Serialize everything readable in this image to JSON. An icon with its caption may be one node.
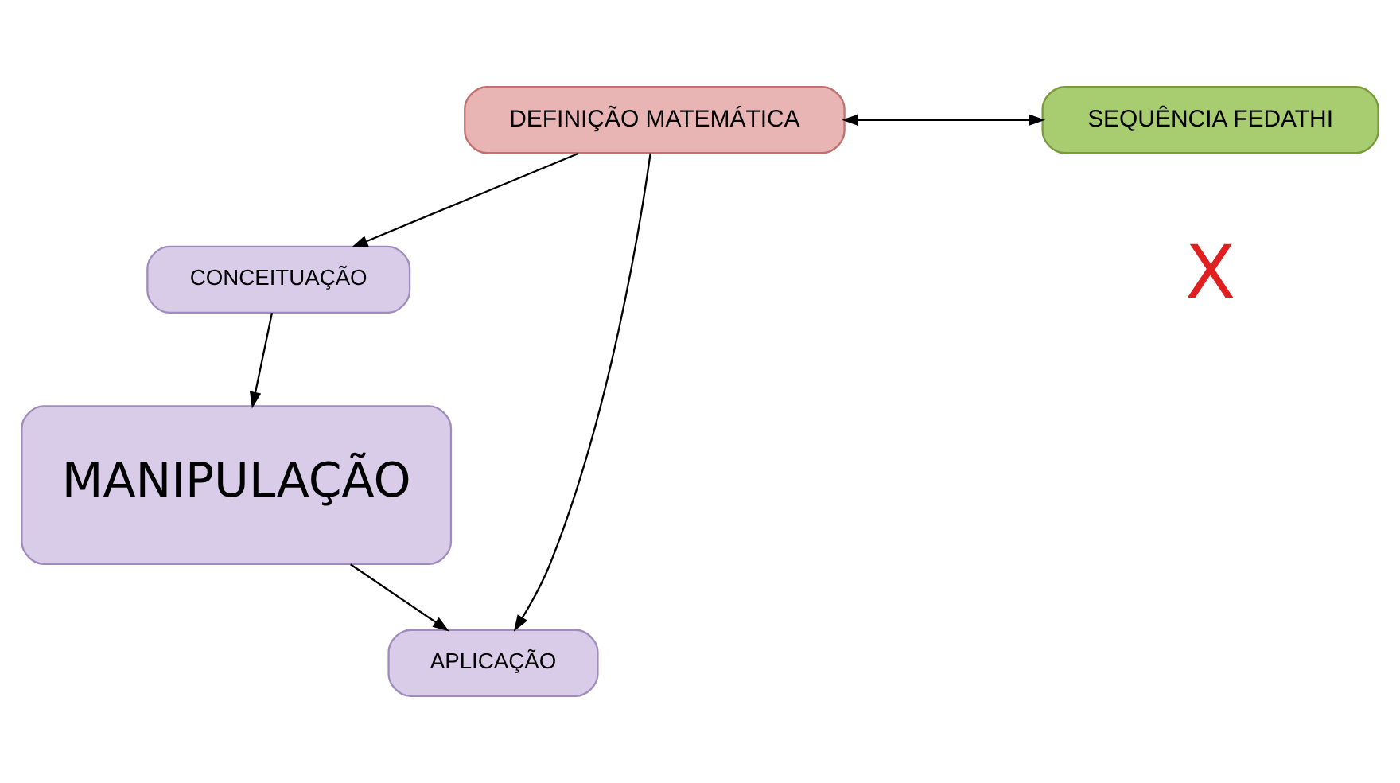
{
  "diagram": {
    "nodes": [
      {
        "text": [
          "CONCEITUAÇÃO"
        ]
      },
      {
        "text": [
          "MANIPULAÇÃO"
        ]
      },
      {
        "text": [
          "APLICAÇÃO"
        ]
      },
      {
        "text": [
          "DEFINIÇÃO MATEMÁTICA"
        ]
      },
      {
        "text": [
          "SEQUÊNCIA FEDATHI"
        ]
      }
    ],
    "edges": [
      {
        "from": 3,
        "to": 0,
        "arrow": "to"
      },
      {
        "from": 0,
        "to": 1,
        "arrow": "to"
      },
      {
        "from": 1,
        "to": 2,
        "arrow": "to"
      },
      {
        "from": 3,
        "to": 2,
        "arrow": "to"
      },
      {
        "from": 3,
        "to": 4,
        "arrow": "both"
      }
    ],
    "labels": [
      "X"
    ]
  }
}
